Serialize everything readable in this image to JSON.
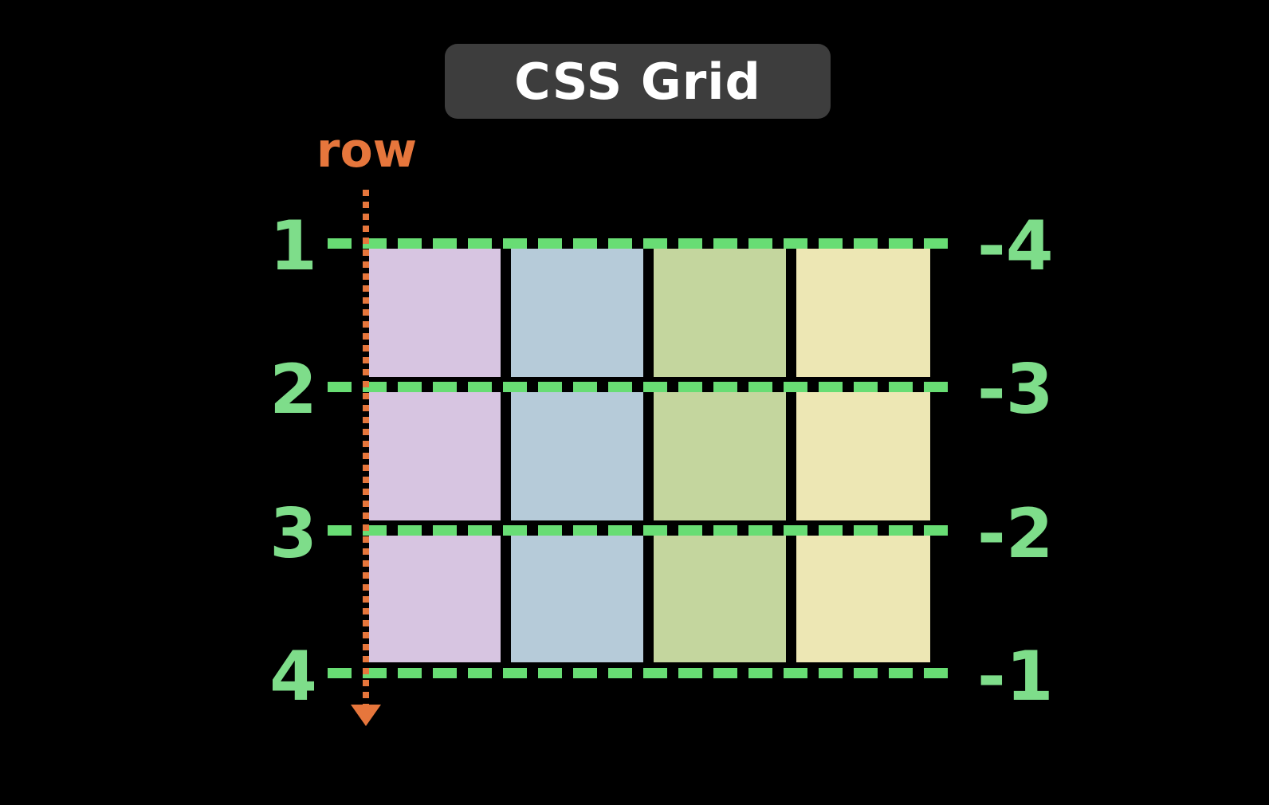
{
  "background": "#000000",
  "title_badge": {
    "label": "CSS Grid",
    "background": "#3d3d3d",
    "text_color": "#ffffff"
  },
  "row_axis": {
    "label": "row",
    "color": "#e6763c"
  },
  "grid_lines": {
    "dash_color": "#68dd74",
    "number_color": "#7edd8a",
    "left_numbers": [
      "1",
      "2",
      "3",
      "4"
    ],
    "right_numbers": [
      "-4",
      "-3",
      "-2",
      "-1"
    ]
  },
  "grid": {
    "column_count": 4,
    "row_count": 3,
    "column_fills": [
      "#d7c5e1",
      "#b6cbd9",
      "#c4d69e",
      "#ede7b4"
    ]
  }
}
